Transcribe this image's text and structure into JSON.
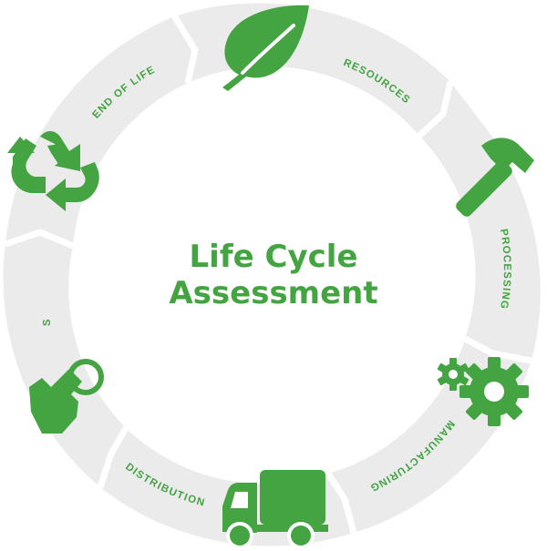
{
  "title": {
    "line1": "Life Cycle",
    "line2": "Assessment"
  },
  "colors": {
    "accent": "#43A441",
    "ring": "#EBEBEB",
    "background": "#FFFFFF"
  },
  "stages": [
    {
      "label": "RESOURCES",
      "icon": "leaf-icon"
    },
    {
      "label": "PROCESSING",
      "icon": "hammer-icon"
    },
    {
      "label": "MANUFACTURING",
      "icon": "gears-icon"
    },
    {
      "label": "DISTRIBUTION",
      "icon": "truck-icon"
    },
    {
      "label": "USE",
      "icon": "pointing-hand-icon"
    },
    {
      "label": "END OF LIFE",
      "icon": "recycle-icon"
    }
  ]
}
